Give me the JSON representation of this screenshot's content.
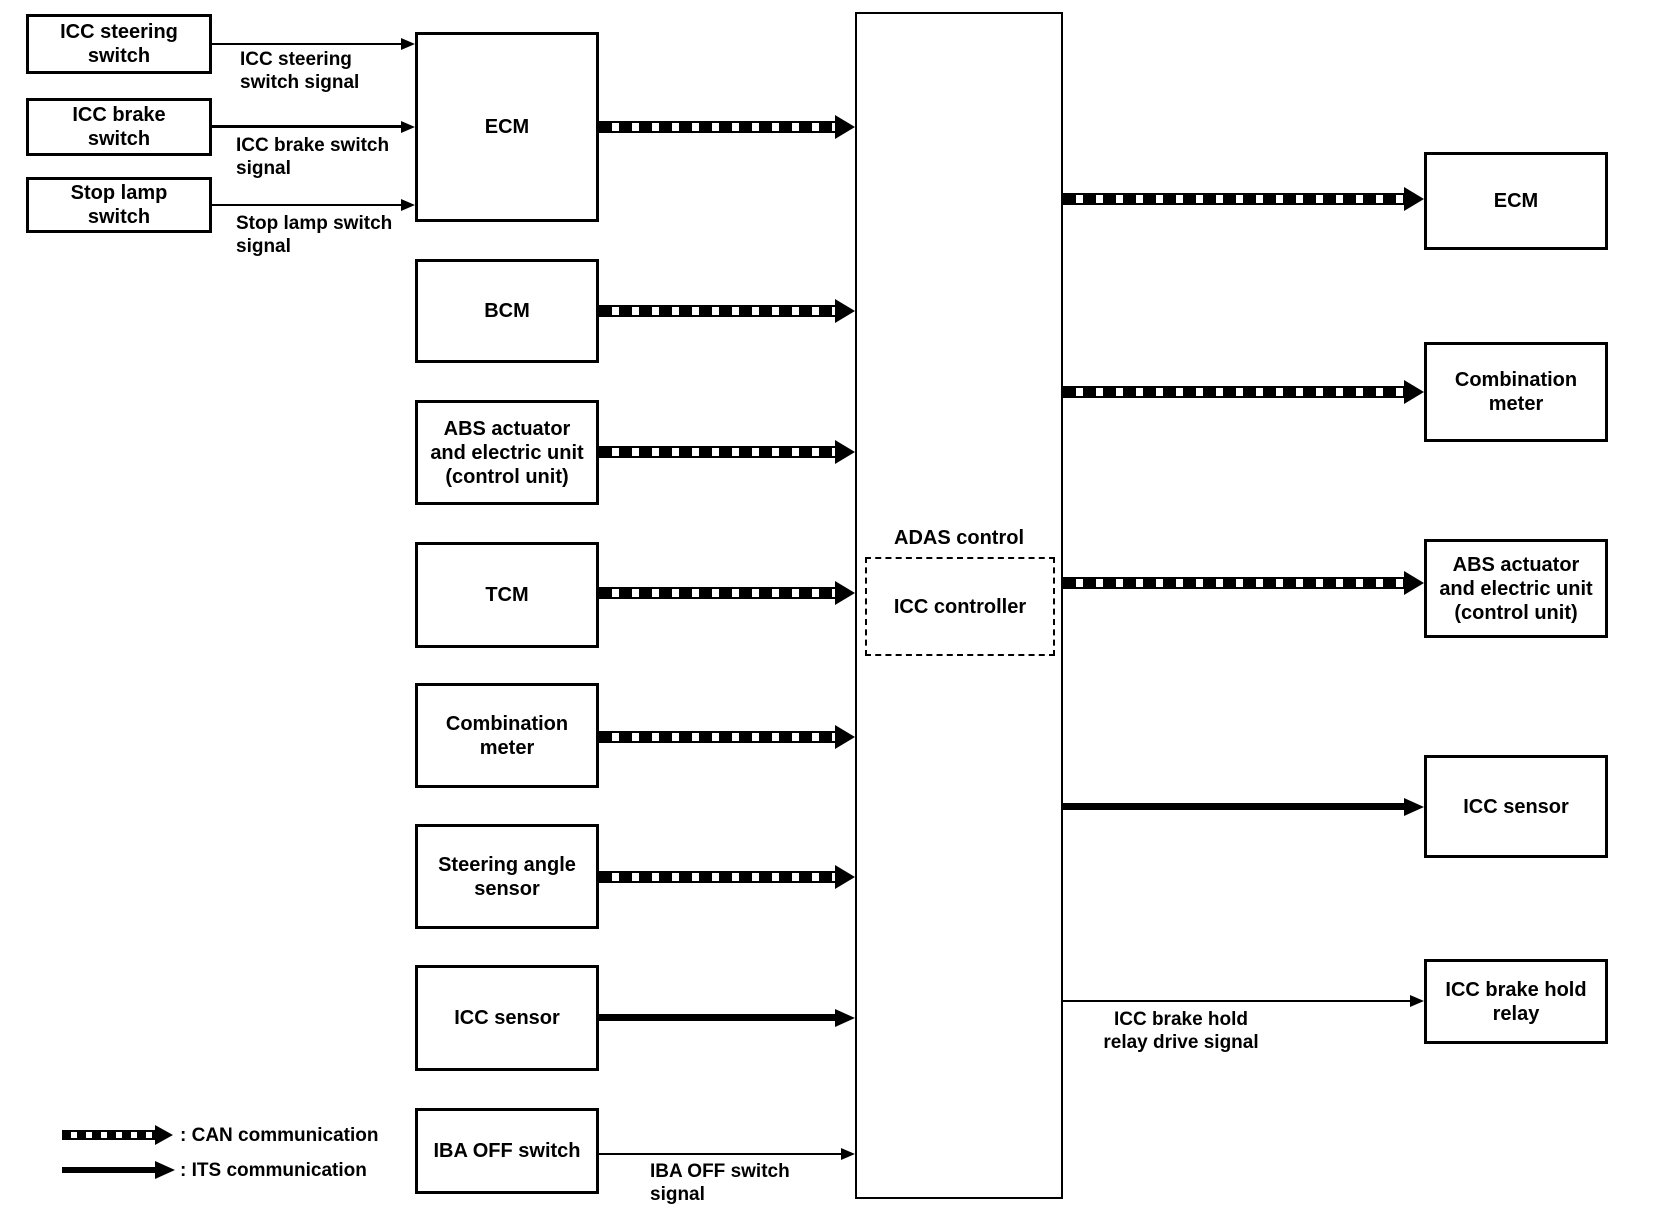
{
  "colors": {
    "ink": "#000000",
    "paper": "#ffffff"
  },
  "nodes": {
    "icc_steering_switch": "ICC steering\nswitch",
    "icc_brake_switch": "ICC brake\nswitch",
    "stop_lamp_switch": "Stop lamp\nswitch",
    "ecm_left": "ECM",
    "bcm": "BCM",
    "abs_left": "ABS actuator\nand electric unit\n(control unit)",
    "tcm": "TCM",
    "combination_meter_left": "Combination\nmeter",
    "steering_angle_sensor": "Steering angle\nsensor",
    "icc_sensor_left": "ICC sensor",
    "iba_off_switch": "IBA OFF switch",
    "adas_control": "ADAS control",
    "icc_controller": "ICC controller",
    "ecm_right": "ECM",
    "combination_meter_right": "Combination\nmeter",
    "abs_right": "ABS actuator\nand electric unit\n(control unit)",
    "icc_sensor_right": "ICC sensor",
    "icc_brake_hold_relay": "ICC brake hold\nrelay"
  },
  "signals": {
    "icc_steering_switch_signal": "ICC steering\nswitch signal",
    "icc_brake_switch_signal": "ICC brake switch\nsignal",
    "stop_lamp_switch_signal": "Stop lamp switch\nsignal",
    "iba_off_switch_signal": "IBA OFF switch\nsignal",
    "icc_brake_hold_relay_drive_signal": "ICC brake hold\nrelay drive signal"
  },
  "legend": {
    "can_label": ": CAN communication",
    "its_label": ": ITS communication"
  }
}
